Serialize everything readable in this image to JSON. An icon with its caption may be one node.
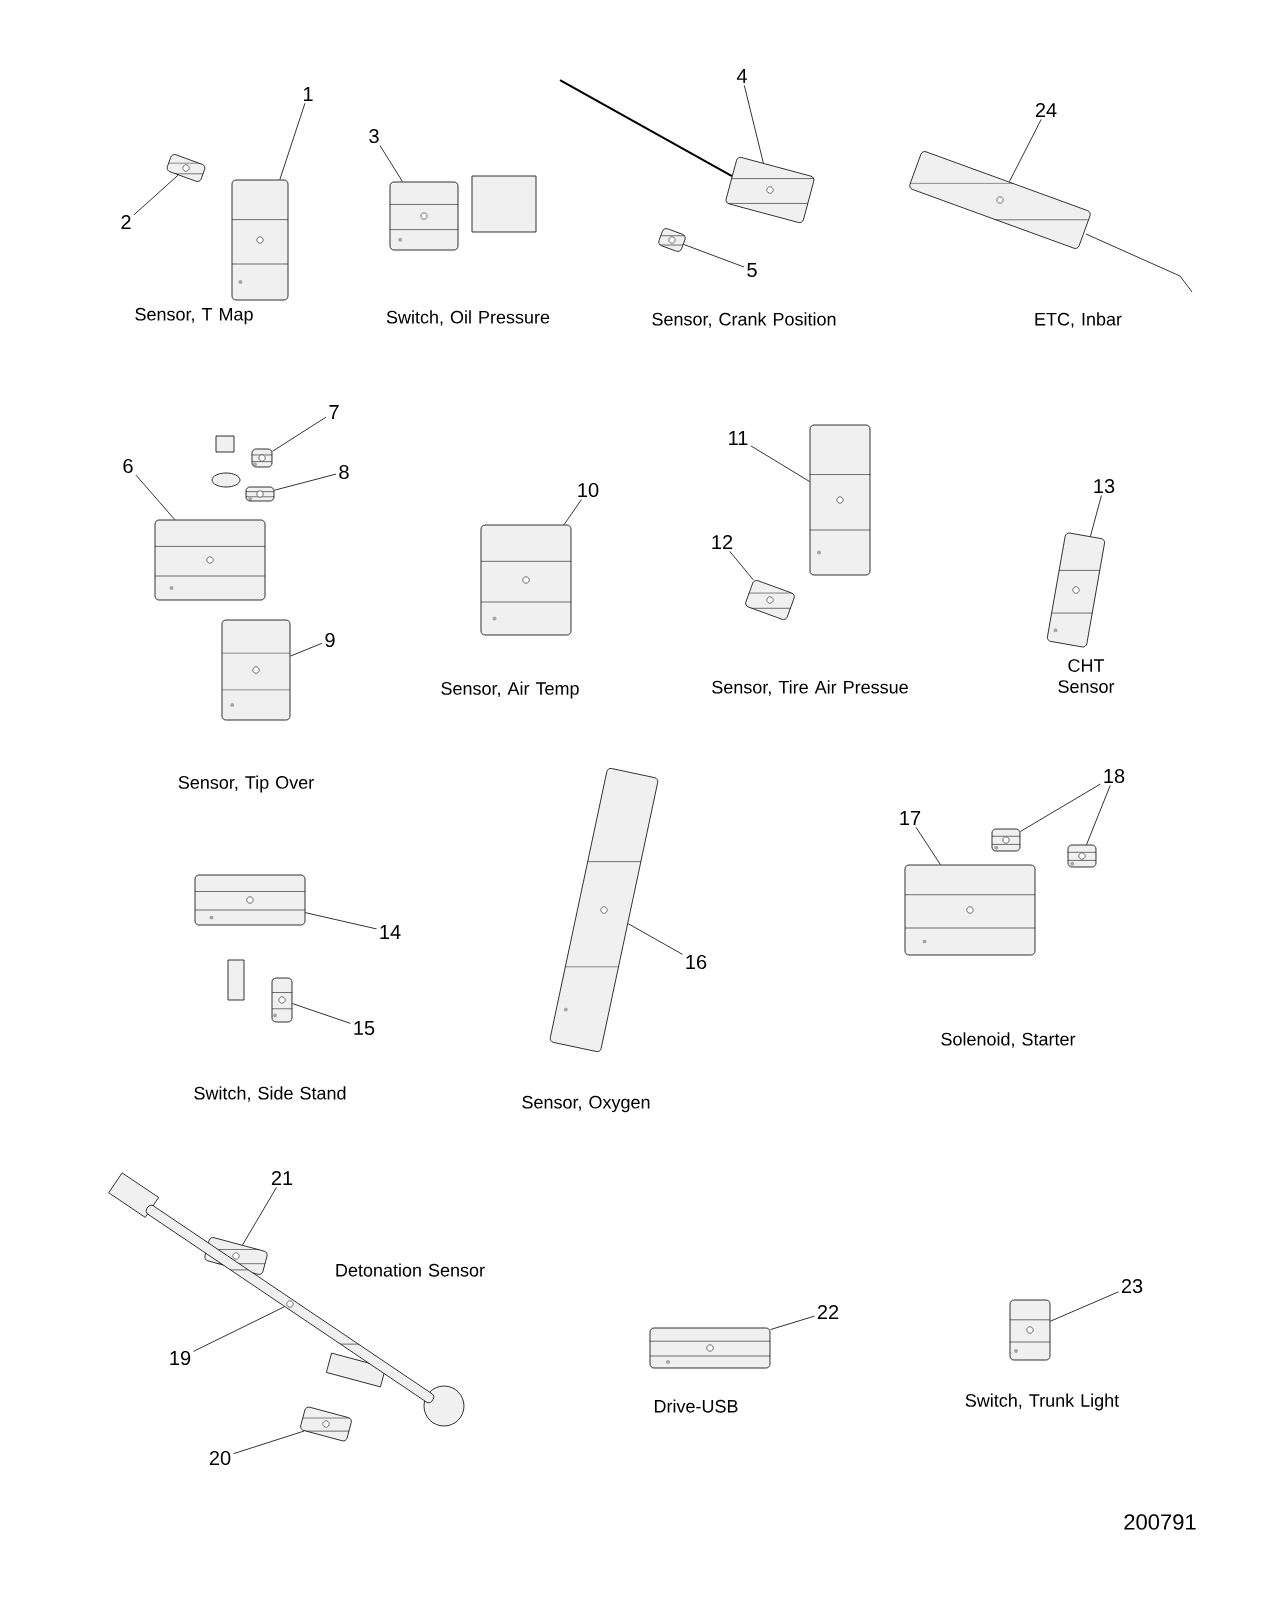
{
  "diagram": {
    "nodes": [
      {
        "text": [
          "1"
        ]
      },
      {
        "text": [],
        "shape": "picture"
      },
      {
        "text": [
          "2"
        ]
      },
      {
        "text": [],
        "shape": "picture"
      },
      {
        "text": [
          "3"
        ]
      },
      {
        "text": [],
        "shape": "picture"
      },
      {
        "text": [
          "4"
        ]
      },
      {
        "text": [],
        "shape": "picture"
      },
      {
        "text": [
          "5"
        ]
      },
      {
        "text": [],
        "shape": "picture"
      },
      {
        "text": [
          "24"
        ]
      },
      {
        "text": [],
        "shape": "picture"
      },
      {
        "text": [
          "6"
        ]
      },
      {
        "text": [],
        "shape": "picture"
      },
      {
        "text": [
          "7"
        ]
      },
      {
        "text": [],
        "shape": "picture"
      },
      {
        "text": [
          "8"
        ]
      },
      {
        "text": [],
        "shape": "picture"
      },
      {
        "text": [
          "9"
        ]
      },
      {
        "text": [],
        "shape": "picture"
      },
      {
        "text": [
          "10"
        ]
      },
      {
        "text": [],
        "shape": "picture"
      },
      {
        "text": [
          "11"
        ]
      },
      {
        "text": [],
        "shape": "picture"
      },
      {
        "text": [
          "12"
        ]
      },
      {
        "text": [],
        "shape": "picture"
      },
      {
        "text": [
          "13"
        ]
      },
      {
        "text": [],
        "shape": "picture"
      },
      {
        "text": [
          "17"
        ]
      },
      {
        "text": [],
        "shape": "picture"
      },
      {
        "text": [
          "18"
        ]
      },
      {
        "text": [],
        "shape": "picture"
      },
      {
        "text": [],
        "shape": "picture"
      },
      {
        "text": [
          "14"
        ]
      },
      {
        "text": [],
        "shape": "picture"
      },
      {
        "text": [
          "15"
        ]
      },
      {
        "text": [],
        "shape": "picture"
      },
      {
        "text": [
          "16"
        ]
      },
      {
        "text": [],
        "shape": "picture"
      },
      {
        "text": [
          "21"
        ]
      },
      {
        "text": [],
        "shape": "picture"
      },
      {
        "text": [
          "19"
        ]
      },
      {
        "text": [],
        "shape": "picture"
      },
      {
        "text": [
          "20"
        ]
      },
      {
        "text": [],
        "shape": "picture"
      },
      {
        "text": [
          "22"
        ]
      },
      {
        "text": [],
        "shape": "picture"
      },
      {
        "text": [
          "23"
        ]
      },
      {
        "text": [],
        "shape": "picture"
      }
    ],
    "edges": [
      {
        "from": 0,
        "to": 1,
        "arrow": "none"
      },
      {
        "from": 2,
        "to": 3,
        "arrow": "none"
      },
      {
        "from": 4,
        "to": 5,
        "arrow": "none"
      },
      {
        "from": 6,
        "to": 7,
        "arrow": "none"
      },
      {
        "from": 8,
        "to": 9,
        "arrow": "none"
      },
      {
        "from": 10,
        "to": 11,
        "arrow": "none"
      },
      {
        "from": 12,
        "to": 13,
        "arrow": "none"
      },
      {
        "from": 14,
        "to": 15,
        "arrow": "none"
      },
      {
        "from": 16,
        "to": 17,
        "arrow": "none"
      },
      {
        "from": 18,
        "to": 19,
        "arrow": "none"
      },
      {
        "from": 20,
        "to": 21,
        "arrow": "none"
      },
      {
        "from": 22,
        "to": 23,
        "arrow": "none"
      },
      {
        "from": 24,
        "to": 25,
        "arrow": "none"
      },
      {
        "from": 26,
        "to": 27,
        "arrow": "none"
      },
      {
        "from": 28,
        "to": 29,
        "arrow": "none"
      },
      {
        "from": 30,
        "to": 31,
        "arrow": "none"
      },
      {
        "from": 30,
        "to": 32,
        "arrow": "none"
      },
      {
        "from": 33,
        "to": 34,
        "arrow": "none"
      },
      {
        "from": 35,
        "to": 36,
        "arrow": "none"
      },
      {
        "from": 37,
        "to": 38,
        "arrow": "none"
      },
      {
        "from": 39,
        "to": 40,
        "arrow": "none"
      },
      {
        "from": 41,
        "to": 42,
        "arrow": "none"
      },
      {
        "from": 43,
        "to": 44,
        "arrow": "none"
      },
      {
        "from": 45,
        "to": 46,
        "arrow": "none"
      },
      {
        "from": 47,
        "to": 48,
        "arrow": "none"
      }
    ],
    "labels": [
      "Sensor, T Map",
      "Switch, Oil Pressure",
      "Sensor, Crank Position",
      "ETC, Inbar",
      "Sensor, Tip Over",
      "Sensor, Air Temp",
      "Sensor, Tire Air Pressue",
      "CHT Sensor",
      "Switch, Side Stand",
      "Sensor, Oxygen",
      "Solenoid, Starter",
      "Detonation Sensor",
      "Drive-USB",
      "Switch, Trunk Light",
      "200791"
    ]
  }
}
